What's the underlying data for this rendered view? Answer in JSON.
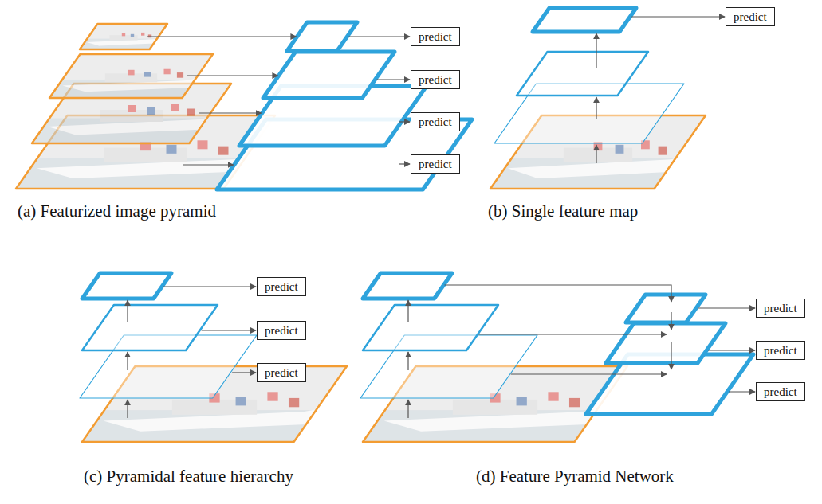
{
  "diagram": {
    "nodes": [
      {
        "text": [
          "predict"
        ]
      },
      {
        "text": [
          "predict"
        ]
      },
      {
        "text": [
          "predict"
        ]
      },
      {
        "text": [
          "predict"
        ]
      },
      {
        "text": [
          "predict"
        ]
      },
      {
        "text": [
          "predict"
        ]
      },
      {
        "text": [
          "predict"
        ]
      },
      {
        "text": [
          "predict"
        ]
      },
      {
        "text": [
          "predict"
        ]
      },
      {
        "text": [
          "predict"
        ]
      },
      {
        "text": [
          "predict"
        ]
      }
    ],
    "labels": [
      "(a) Featurized image pyramid",
      "(b) Single feature map",
      "(c) Pyramidal feature hierarchy",
      "(d) Feature Pyramid Network"
    ]
  }
}
